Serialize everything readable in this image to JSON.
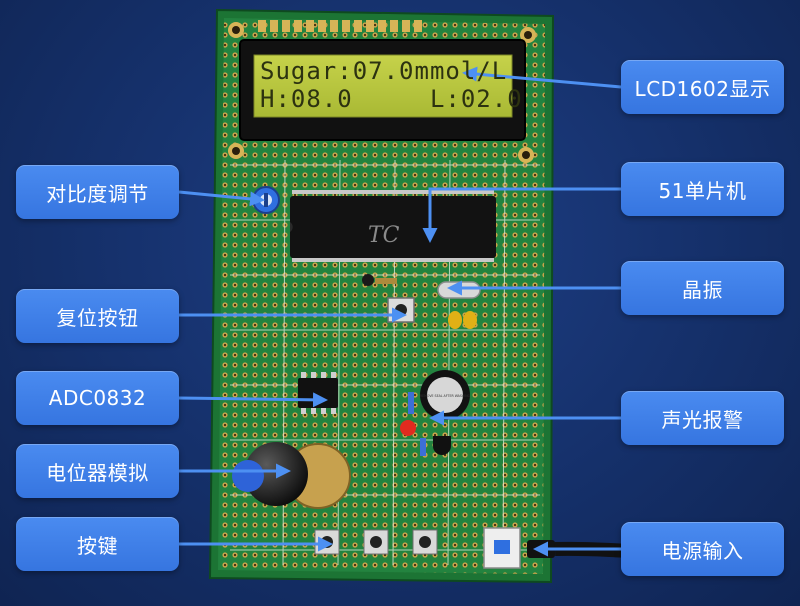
{
  "labels": {
    "left": [
      "对比度调节",
      "复位按钮",
      "ADC0832",
      "电位器模拟",
      "按键"
    ],
    "right": [
      "LCD1602显示",
      "51单片机",
      "晶振",
      "声光报警",
      "电源输入"
    ]
  },
  "lcd": {
    "line1": "Sugar:07.0mmol/L",
    "line2": "H:08.0     L:02.0"
  },
  "chip": {
    "marking": "TC"
  },
  "buzzer": {
    "marking": "REMOVE SEAL AFTER WASHING"
  },
  "colors": {
    "label_bg": "#3d7fe8",
    "pcb": "#1f7a3a",
    "lcd_screen": "#b8c63a",
    "arrow": "#3d7fe8"
  }
}
